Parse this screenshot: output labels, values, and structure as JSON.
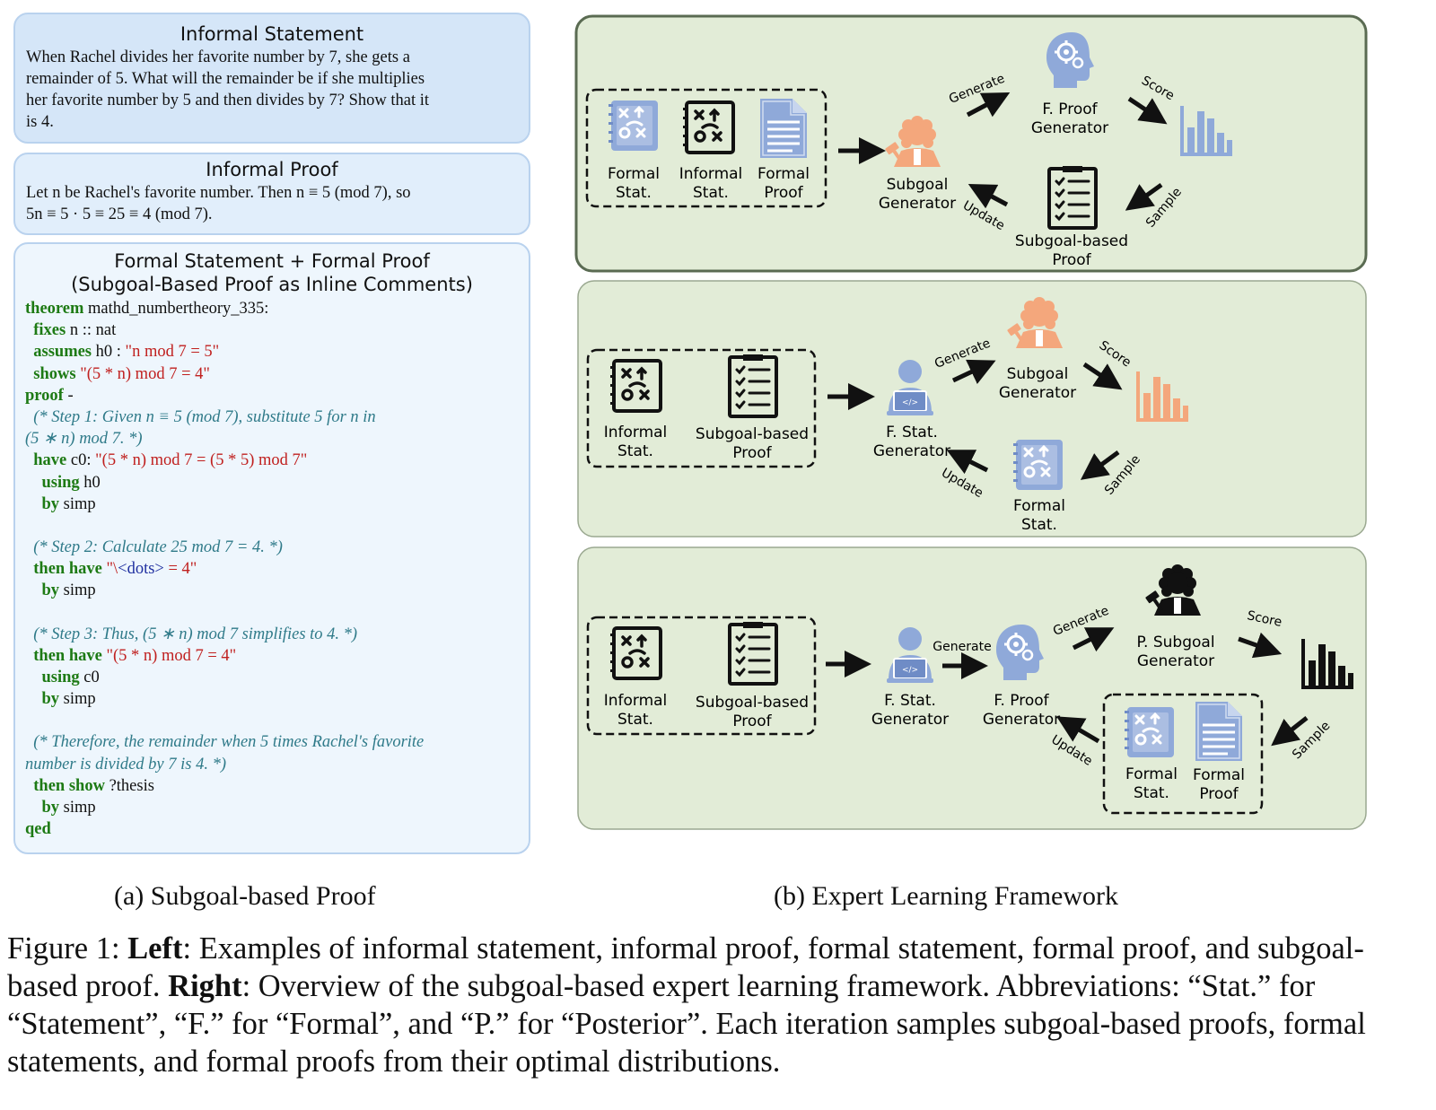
{
  "left": {
    "informal_statement": {
      "title": "Informal Statement",
      "lines": [
        "When Rachel divides her favorite number by 7, she gets a",
        "remainder of 5. What will the remainder be if she multiplies",
        "her favorite number by 5 and then divides by 7? Show that it",
        "is 4."
      ]
    },
    "informal_proof": {
      "title": "Informal Proof",
      "lines": [
        "Let n be Rachel's favorite number. Then n ≡ 5  (mod 7), so",
        "5n ≡ 5 · 5 ≡ 25 ≡ 4 (mod 7)."
      ]
    },
    "formal": {
      "title_line1": "Formal Statement + Formal Proof",
      "title_line2": "(Subgoal-Based Proof as Inline Comments)",
      "code": [
        [
          {
            "t": "theorem",
            "c": "kw"
          },
          {
            "t": " mathd_numbertheory_335:",
            "c": ""
          }
        ],
        [
          {
            "t": "  fixes",
            "c": "kw"
          },
          {
            "t": " n :: nat",
            "c": ""
          }
        ],
        [
          {
            "t": "  assumes",
            "c": "kw"
          },
          {
            "t": " h0 : ",
            "c": ""
          },
          {
            "t": "\"n mod 7 = 5\"",
            "c": "str"
          }
        ],
        [
          {
            "t": "  shows",
            "c": "kw"
          },
          {
            "t": " ",
            "c": ""
          },
          {
            "t": "\"(5 * n) mod 7 = 4\"",
            "c": "str"
          }
        ],
        [
          {
            "t": "proof",
            "c": "kw"
          },
          {
            "t": " -",
            "c": ""
          }
        ],
        [
          {
            "t": "  (* Step 1: Given n ≡ 5 (mod 7), substitute 5 for n in",
            "c": "cm"
          }
        ],
        [
          {
            "t": "(5 ∗ n) mod 7. *)",
            "c": "cm"
          }
        ],
        [
          {
            "t": "  have",
            "c": "kw"
          },
          {
            "t": " c0: ",
            "c": ""
          },
          {
            "t": "\"(5 * n) mod 7 = (5 * 5) mod 7\"",
            "c": "str"
          }
        ],
        [
          {
            "t": "    using",
            "c": "kw"
          },
          {
            "t": " h0",
            "c": ""
          }
        ],
        [
          {
            "t": "    by",
            "c": "kw"
          },
          {
            "t": " simp",
            "c": ""
          }
        ],
        [
          {
            "t": "",
            "c": ""
          }
        ],
        [
          {
            "t": "  (* Step 2: Calculate 25 mod 7 = 4. *)",
            "c": "cm"
          }
        ],
        [
          {
            "t": "  then have",
            "c": "kw"
          },
          {
            "t": " ",
            "c": ""
          },
          {
            "t": "\"\\",
            "c": "str"
          },
          {
            "t": "<dots>",
            "c": "dots"
          },
          {
            "t": " = 4\"",
            "c": "str"
          }
        ],
        [
          {
            "t": "    by",
            "c": "kw"
          },
          {
            "t": " simp",
            "c": ""
          }
        ],
        [
          {
            "t": "",
            "c": ""
          }
        ],
        [
          {
            "t": "  (* Step 3: Thus, (5 ∗ n) mod 7 simplifies to 4. *)",
            "c": "cm"
          }
        ],
        [
          {
            "t": "  then have",
            "c": "kw"
          },
          {
            "t": " ",
            "c": ""
          },
          {
            "t": "\"(5 * n) mod 7 = 4\"",
            "c": "str"
          }
        ],
        [
          {
            "t": "    using",
            "c": "kw"
          },
          {
            "t": " c0",
            "c": ""
          }
        ],
        [
          {
            "t": "    by",
            "c": "kw"
          },
          {
            "t": " simp",
            "c": ""
          }
        ],
        [
          {
            "t": "",
            "c": ""
          }
        ],
        [
          {
            "t": "  (* Therefore, the remainder when 5 times Rachel's favorite",
            "c": "cm"
          }
        ],
        [
          {
            "t": "number is divided by 7 is 4. *)",
            "c": "cm"
          }
        ],
        [
          {
            "t": "  then show",
            "c": "kw"
          },
          {
            "t": " ?thesis",
            "c": ""
          }
        ],
        [
          {
            "t": "    by",
            "c": "kw"
          },
          {
            "t": " simp",
            "c": ""
          }
        ],
        [
          {
            "t": "qed",
            "c": "kw"
          }
        ]
      ]
    },
    "caption": "(a) Subgoal-based Proof"
  },
  "right": {
    "caption": "(b) Expert Learning Framework",
    "panel1": {
      "inputs": [
        [
          "Formal",
          "Stat."
        ],
        [
          "Informal",
          "Stat."
        ],
        [
          "Formal",
          "Proof"
        ]
      ],
      "agent": [
        "Subgoal",
        "Generator"
      ],
      "generator": [
        "F. Proof",
        "Generator"
      ],
      "sample": [
        "Subgoal-based",
        "Proof"
      ],
      "edges": {
        "generate": "Generate",
        "score": "Score",
        "sample": "Sample",
        "update": "Update"
      }
    },
    "panel2": {
      "inputs": [
        [
          "Informal",
          "Stat."
        ],
        [
          "Subgoal-based",
          "Proof"
        ]
      ],
      "agent": [
        "F. Stat.",
        "Generator"
      ],
      "generator": [
        "Subgoal",
        "Generator"
      ],
      "sample": [
        "Formal",
        "Stat."
      ],
      "edges": {
        "generate": "Generate",
        "score": "Score",
        "sample": "Sample",
        "update": "Update"
      }
    },
    "panel3": {
      "inputs": [
        [
          "Informal",
          "Stat."
        ],
        [
          "Subgoal-based",
          "Proof"
        ]
      ],
      "agent1": [
        "F. Stat.",
        "Generator"
      ],
      "agent2": [
        "F. Proof",
        "Generator"
      ],
      "generator": [
        "P. Subgoal",
        "Generator"
      ],
      "samples": [
        [
          "Formal",
          "Stat."
        ],
        [
          "Formal",
          "Proof"
        ]
      ],
      "edges": {
        "generate1": "Generate",
        "generate2": "Generate",
        "score": "Score",
        "sample": "Sample",
        "update": "Update"
      }
    }
  },
  "figure_caption": {
    "lead": "Figure 1: ",
    "left_label": "Left",
    "left_text": ": Examples of informal statement, informal proof, formal statement, formal proof, and subgoal-based proof. ",
    "right_label": "Right",
    "right_text": ": Overview of the subgoal-based expert learning framework. Abbreviations: “Stat.” for “Statement”, “F.” for “Formal”, and “P.” for “Posterior”. Each iteration samples subgoal-based proofs, formal statements, and formal proofs from their optimal distributions."
  },
  "colors": {
    "blue": "#8fa9d9",
    "orange": "#f4a77c",
    "panel_bg": "#e2ecd7",
    "panel_border": "#5a6b52",
    "code_keyword": "#1d7a14",
    "code_string": "#c0201f",
    "code_comment": "#2f7a89"
  }
}
